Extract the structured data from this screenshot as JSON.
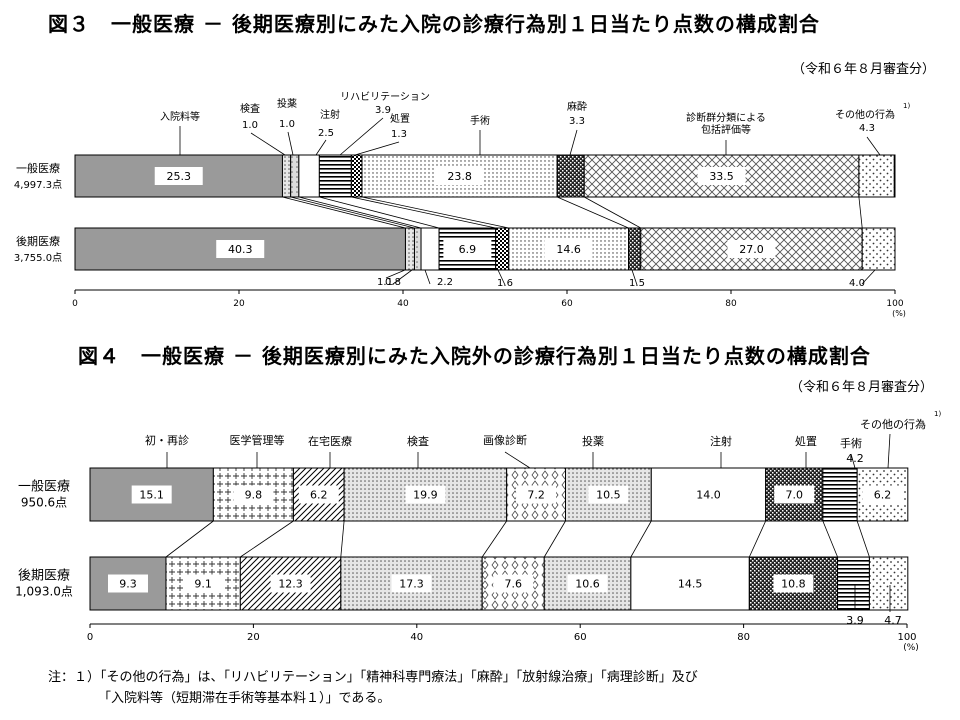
{
  "figure3": {
    "title": "図３　一般医療 － 後期医療別にみた入院の診療行為別１日当たり点数の構成割合",
    "survey": "（令和６年８月審査分）",
    "pct_unit": "(%)",
    "footnote_mark": "1)",
    "chart_data": {
      "type": "bar",
      "stacked": true,
      "orientation": "horizontal",
      "xlim": [
        0,
        100
      ],
      "xticks": [
        0,
        20,
        40,
        60,
        80,
        100
      ],
      "categories": [
        "入院料等",
        "検査",
        "投薬",
        "注射",
        "リハビリテーション",
        "処置",
        "手術",
        "麻酔",
        "診断群分類による包括評価等",
        "その他の行為"
      ],
      "rows": [
        {
          "label": "一般医療",
          "total": "4,997.3点",
          "values": [
            25.3,
            1.0,
            1.0,
            2.5,
            3.9,
            1.3,
            23.8,
            3.3,
            33.5,
            4.3
          ]
        },
        {
          "label": "後期医療",
          "total": "3,755.0点",
          "values": [
            40.3,
            1.1,
            0.8,
            2.2,
            6.9,
            1.6,
            14.6,
            1.5,
            27.0,
            4.0
          ]
        }
      ],
      "top_labels": [
        "入院料等",
        "検査",
        "投薬",
        "注射",
        "リハビリテーション",
        "処置",
        "手術",
        "麻酔",
        "診断群分類による",
        "包括評価等",
        "その他の行為"
      ],
      "top_values": [
        "1.0",
        "1.0",
        "2.5",
        "3.9",
        "1.3",
        "3.3",
        "4.3"
      ],
      "inside_values_1": [
        "25.3",
        "23.8",
        "33.5"
      ],
      "inside_values_2": [
        "40.3",
        "6.9",
        "14.6",
        "27.0"
      ],
      "bottom_values": [
        "1.1",
        "0.8",
        "2.2",
        "1.6",
        "1.5",
        "4.0"
      ],
      "patterns": [
        "gray",
        "dots",
        "dots-sparse",
        "white",
        "hlines",
        "checker",
        "fine-dots",
        "dark-checker",
        "crosshatch",
        "sparse-dots"
      ]
    }
  },
  "figure4": {
    "title": "図４　一般医療 － 後期医療別にみた入院外の診療行為別１日当たり点数の構成割合",
    "survey": "（令和６年８月審査分）",
    "pct_unit": "(%)",
    "footnote_mark": "1)",
    "chart_data": {
      "type": "bar",
      "stacked": true,
      "orientation": "horizontal",
      "xlim": [
        0,
        100
      ],
      "xticks": [
        0,
        20,
        40,
        60,
        80,
        100
      ],
      "categories": [
        "初・再診",
        "医学管理等",
        "在宅医療",
        "検査",
        "画像診断",
        "投薬",
        "注射",
        "処置",
        "手術",
        "その他の行為"
      ],
      "rows": [
        {
          "label": "一般医療",
          "total": "950.6点",
          "values": [
            15.1,
            9.8,
            6.2,
            19.9,
            7.2,
            10.5,
            14.0,
            7.0,
            4.2,
            6.2
          ]
        },
        {
          "label": "後期医療",
          "total": "1,093.0点",
          "values": [
            9.3,
            9.1,
            12.3,
            17.3,
            7.6,
            10.6,
            14.5,
            10.8,
            3.9,
            4.7
          ]
        }
      ],
      "top_labels": [
        "初・再診",
        "医学管理等",
        "在宅医療",
        "検査",
        "画像診断",
        "投薬",
        "注射",
        "処置",
        "手術",
        "その他の行為"
      ],
      "top_values": [
        "4.2"
      ],
      "inside_values_1": [
        "15.1",
        "9.8",
        "6.2",
        "19.9",
        "7.2",
        "10.5",
        "14.0",
        "7.0",
        "6.2"
      ],
      "inside_values_2": [
        "9.3",
        "9.1",
        "12.3",
        "17.3",
        "7.6",
        "10.6",
        "14.5",
        "10.8"
      ],
      "bottom_values": [
        "3.9",
        "4.7"
      ],
      "patterns": [
        "gray",
        "grid",
        "diag",
        "dots",
        "diamonds",
        "medgray",
        "white",
        "dark-checker",
        "hlines",
        "sparse-dots"
      ]
    }
  },
  "note": {
    "line1": "注：１）「その他の行為」は、「リハビリテーション」「精神科専門療法」「麻酔」「放射線治療」「病理診断」及び",
    "line2": "「入院料等（短期滞在手術等基本料１）」である。"
  }
}
